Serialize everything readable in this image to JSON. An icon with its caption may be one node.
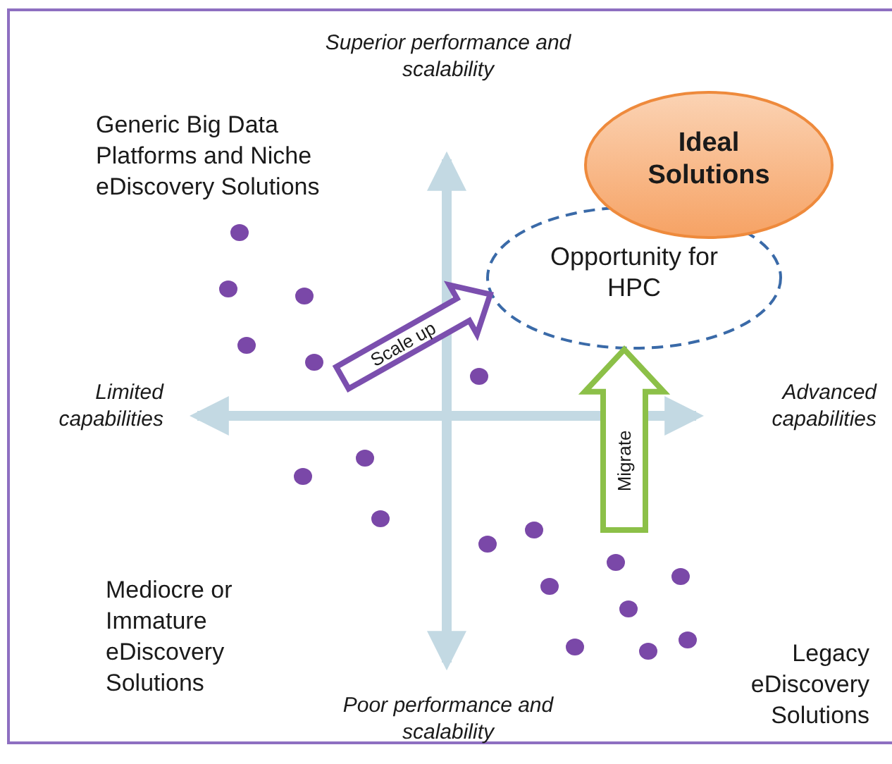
{
  "diagram": {
    "nodes": [
      {
        "text": [
          "Ideal Solutions"
        ]
      },
      {
        "text": [
          "Opportunity for HPC"
        ]
      }
    ],
    "edges": [
      {
        "from": null,
        "to": 1,
        "arrow": "to",
        "label": "Scale up",
        "style": "thick",
        "color": "#7b4fae"
      },
      {
        "from": null,
        "to": 1,
        "arrow": "to",
        "label": "Migrate",
        "style": "thick",
        "color": "#8cc048"
      }
    ],
    "labels": [
      "Superior performance and scalability",
      "Generic Big Data Platforms and Niche eDiscovery Solutions",
      "Limited capabilities",
      "Advanced capabilities",
      "Mediocre or Immature eDiscovery Solutions",
      "Poor performance and scalability",
      "Legacy eDiscovery Solutions"
    ]
  }
}
